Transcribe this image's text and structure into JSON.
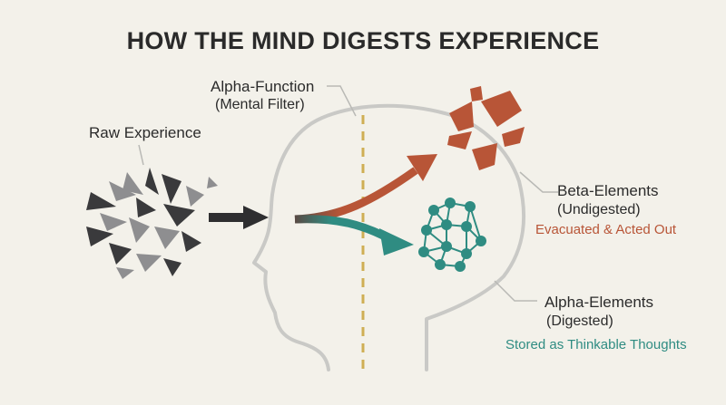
{
  "title": "HOW THE MIND DIGESTS EXPERIENCE",
  "labels": {
    "raw_experience": "Raw Experience",
    "alpha_function": "Alpha-Function",
    "alpha_function_sub": "(Mental Filter)",
    "beta_elements": "Beta-Elements",
    "beta_elements_sub": "(Undigested)",
    "beta_elements_note": "Evacuated & Acted Out",
    "alpha_elements": "Alpha-Elements",
    "alpha_elements_sub": "(Digested)",
    "alpha_elements_note": "Stored as Thinkable Thoughts"
  },
  "colors": {
    "background": "#f3f1ea",
    "beta": "#b85537",
    "alpha": "#2f8c82",
    "filter_line": "#cfae54",
    "head_outline": "#c9c9c6",
    "shards_dark": "#3a3a3c",
    "shards_light": "#8e8e90"
  }
}
